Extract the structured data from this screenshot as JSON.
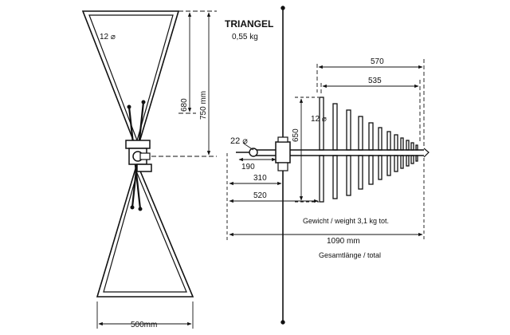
{
  "triangle": {
    "title": "TRIANGEL",
    "weight": "0,55 kg",
    "rod_diameter": "12 ⌀",
    "height_outer": "750 mm",
    "height_inner": "680",
    "width": "500mm"
  },
  "logper": {
    "rod_diameter": "12 ⌀",
    "dim_570": "570",
    "dim_535": "535",
    "dim_650": "650",
    "boom_diameter": "22 ⌀",
    "dim_190": "190",
    "dim_310": "310",
    "dim_520": "520",
    "weight_text": "Gewicht / weight 3,1 kg tot.",
    "total_length": "1090 mm",
    "total_label": "Gesamtlänge / total"
  },
  "colors": {
    "ink": "#111111",
    "paper": "#ffffff"
  }
}
